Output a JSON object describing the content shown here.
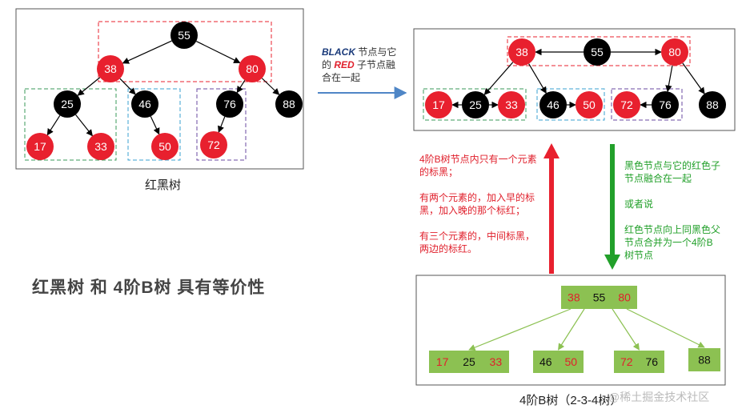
{
  "colors": {
    "red_node": "#e8202e",
    "black_node": "#000000",
    "node_text": "#ffffff",
    "bnode_fill": "#8cc152",
    "bnode_red_text": "#e0202c",
    "bnode_black_text": "#111111",
    "blue_arrow": "#4f86c6",
    "red_arrow": "#e8202e",
    "green_arrow": "#22a02a",
    "green_note": "#22a02a",
    "red_note": "#e0202c"
  },
  "rb_tree": {
    "caption": "红黑树",
    "nodes": [
      {
        "key": "55",
        "color": "black"
      },
      {
        "key": "38",
        "color": "red"
      },
      {
        "key": "80",
        "color": "red"
      },
      {
        "key": "25",
        "color": "black"
      },
      {
        "key": "46",
        "color": "black"
      },
      {
        "key": "76",
        "color": "black"
      },
      {
        "key": "88",
        "color": "black"
      },
      {
        "key": "17",
        "color": "red"
      },
      {
        "key": "33",
        "color": "red"
      },
      {
        "key": "50",
        "color": "red"
      },
      {
        "key": "72",
        "color": "red"
      }
    ],
    "edges": [
      [
        "55",
        "38"
      ],
      [
        "55",
        "80"
      ],
      [
        "38",
        "25"
      ],
      [
        "38",
        "46"
      ],
      [
        "80",
        "76"
      ],
      [
        "80",
        "88"
      ],
      [
        "25",
        "17"
      ],
      [
        "25",
        "33"
      ],
      [
        "46",
        "50"
      ],
      [
        "76",
        "72"
      ]
    ]
  },
  "merged_tree": {
    "nodes": [
      {
        "key": "38",
        "color": "red"
      },
      {
        "key": "55",
        "color": "black"
      },
      {
        "key": "80",
        "color": "red"
      },
      {
        "key": "17",
        "color": "red"
      },
      {
        "key": "25",
        "color": "black"
      },
      {
        "key": "33",
        "color": "red"
      },
      {
        "key": "46",
        "color": "black"
      },
      {
        "key": "50",
        "color": "red"
      },
      {
        "key": "72",
        "color": "red"
      },
      {
        "key": "76",
        "color": "black"
      },
      {
        "key": "88",
        "color": "black"
      }
    ]
  },
  "arrow_note": {
    "black": "BLACK",
    "line1_rest": " 节点与它",
    "line2_pre": "的 ",
    "red": "RED",
    "line2_rest": " 子节点融",
    "line3": "合在一起"
  },
  "red_note": {
    "p1": "4阶B树节点内只有一个元素的标黑；",
    "p2": "有两个元素的，加入早的标黑，加入晚的那个标红；",
    "p3": "有三个元素的，中间标黑，两边的标红。"
  },
  "green_note": {
    "p1": "黑色节点与它的红色子节点融合在一起",
    "p2": "或者说",
    "p3": "红色节点向上同黑色父节点合并为一个4阶B树节点"
  },
  "main_title": "红黑树 和 4阶B树 具有等价性",
  "btree": {
    "caption": "4阶B树（2-3-4树）",
    "root": [
      {
        "key": "38",
        "color": "red"
      },
      {
        "key": "55",
        "color": "black"
      },
      {
        "key": "80",
        "color": "red"
      }
    ],
    "leaves": [
      [
        {
          "key": "17",
          "color": "red"
        },
        {
          "key": "25",
          "color": "black"
        },
        {
          "key": "33",
          "color": "red"
        }
      ],
      [
        {
          "key": "46",
          "color": "black"
        },
        {
          "key": "50",
          "color": "red"
        }
      ],
      [
        {
          "key": "72",
          "color": "red"
        },
        {
          "key": "76",
          "color": "black"
        }
      ],
      [
        {
          "key": "88",
          "color": "black"
        }
      ]
    ]
  },
  "watermark": "@稀土掘金技术社区"
}
